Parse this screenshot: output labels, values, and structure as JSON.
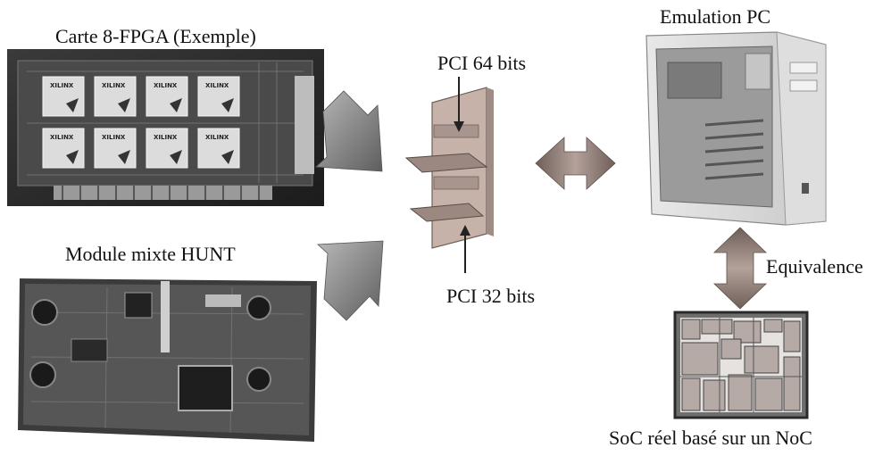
{
  "labels": {
    "fpga_board": "Carte 8-FPGA (Exemple)",
    "hunt_module": "Module mixte HUNT",
    "pci64": "PCI 64 bits",
    "pci32": "PCI 32 bits",
    "emulation_pc": "Emulation PC",
    "equivalence": "Equivalence",
    "soc": "SoC réel basé sur un NoC"
  },
  "fpga_chips": [
    {
      "brand": "XILINX"
    },
    {
      "brand": "XILINX"
    },
    {
      "brand": "XILINX"
    },
    {
      "brand": "XILINX"
    },
    {
      "brand": "XILINX"
    },
    {
      "brand": "XILINX"
    },
    {
      "brand": "XILINX"
    },
    {
      "brand": "XILINX"
    }
  ],
  "colors": {
    "arrow_gray": "#8a8a8a",
    "arrow_brown": "#8a7a74",
    "slot_panel": "#c9b3ab",
    "soc_block": "#b5aaa6",
    "pcb_dark": "#2b2b2b"
  }
}
